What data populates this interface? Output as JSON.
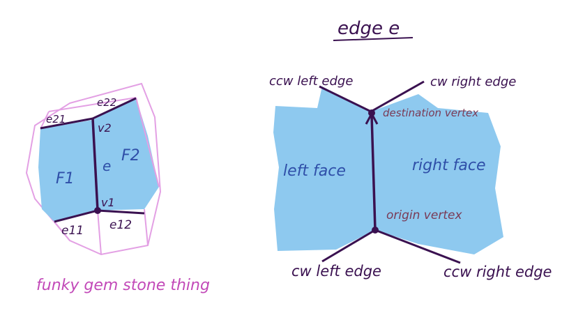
{
  "colors": {
    "face_fill": "#8ec9ef",
    "edge_dark": "#3a1150",
    "gem_outline": "#e3a0e4",
    "gem_caption": "#c249b8",
    "face_label": "#2f4fa8",
    "vertex_label": "#7a3a55"
  },
  "gem": {
    "labels": {
      "e21": "e21",
      "e22": "e22",
      "v2": "v2",
      "F1": "F1",
      "e": "e",
      "F2": "F2",
      "v1": "v1",
      "e11": "e11",
      "e12": "e12"
    },
    "caption": "funky gem stone thing"
  },
  "edge_diagram": {
    "title": "edge e",
    "ccw_left_edge": "ccw left edge",
    "cw_right_edge": "cw right edge",
    "destination_vertex": "destination vertex",
    "left_face": "left face",
    "right_face": "right face",
    "origin_vertex": "origin vertex",
    "cw_left_edge": "cw left edge",
    "ccw_right_edge": "ccw right edge"
  }
}
